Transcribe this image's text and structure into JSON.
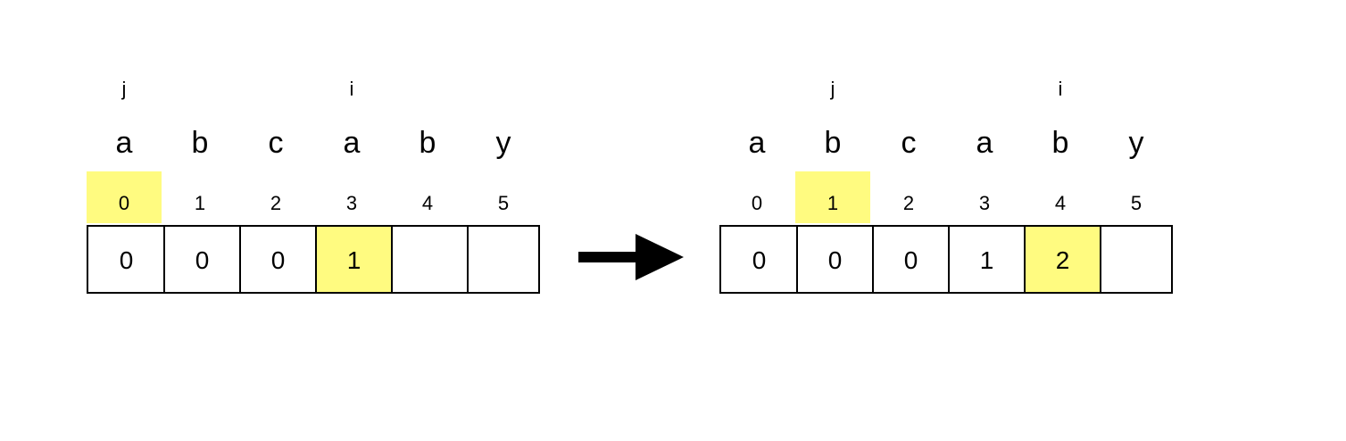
{
  "highlight_color": "#fffb80",
  "states": [
    {
      "pointers": {
        "j": 0,
        "i": 3
      },
      "pointer_labels": {
        "j": "j",
        "i": "i"
      },
      "characters": [
        "a",
        "b",
        "c",
        "a",
        "b",
        "y"
      ],
      "indices": [
        "0",
        "1",
        "2",
        "3",
        "4",
        "5"
      ],
      "array": [
        "0",
        "0",
        "0",
        "1",
        "",
        ""
      ],
      "highlighted_index": 0,
      "highlighted_array_cell": 3
    },
    {
      "pointers": {
        "j": 1,
        "i": 4
      },
      "pointer_labels": {
        "j": "j",
        "i": "i"
      },
      "characters": [
        "a",
        "b",
        "c",
        "a",
        "b",
        "y"
      ],
      "indices": [
        "0",
        "1",
        "2",
        "3",
        "4",
        "5"
      ],
      "array": [
        "0",
        "0",
        "0",
        "1",
        "2",
        ""
      ],
      "highlighted_index": 1,
      "highlighted_array_cell": 4
    }
  ],
  "arrow_icon": "right-arrow-icon"
}
